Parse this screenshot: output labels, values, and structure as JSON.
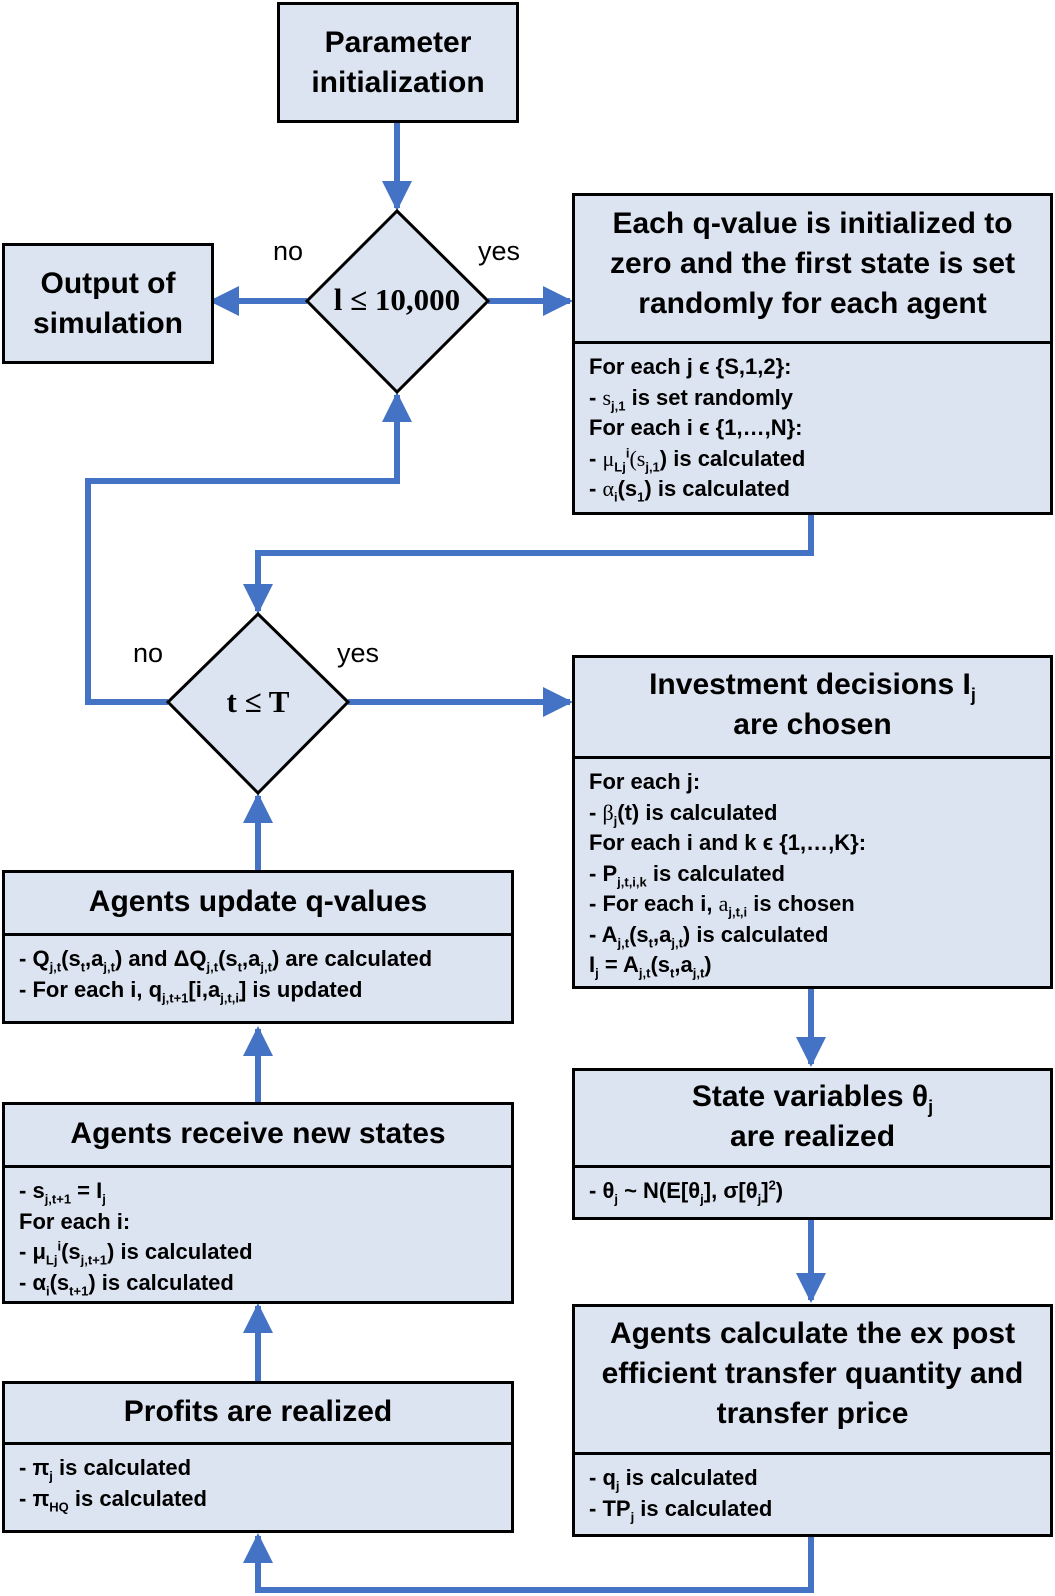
{
  "colors": {
    "box_fill": "#dde4f1",
    "arrow": "#4472c4",
    "border": "#000000"
  },
  "start": {
    "text": "Parameter initialization"
  },
  "outer_decision": {
    "text": "l ≤ 10,000",
    "no_label": "no",
    "yes_label": "yes"
  },
  "output": {
    "text": "Output of simulation"
  },
  "init": {
    "title": "Each q-value is initialized to zero and the first state is set randomly for each agent",
    "l1": "For each j ϵ {S,1,2}:",
    "l2_sym": "s",
    "l2_sub": "j,1",
    "l2_rest": " is set randomly",
    "l3": "For each i ϵ {1,…,N}:",
    "l4_sym": "μ",
    "l4_sub": "Lj",
    "l4_sup": "i",
    "l4_arg": "(s",
    "l4_argsub": "j,1",
    "l4_rest": ") is calculated",
    "l5_sym": "α",
    "l5_sub": "i",
    "l5_arg": "(s",
    "l5_argsub": "1",
    "l5_rest": ") is calculated"
  },
  "inner_decision": {
    "text": "t ≤ T",
    "no_label": "no",
    "yes_label": "yes"
  },
  "invest": {
    "title_a": "Investment decisions I",
    "title_sub": "j",
    "title_b": "are chosen",
    "l1": "For each j:",
    "l2_sym": "β",
    "l2_sub": "j",
    "l2_rest": "(t) is calculated",
    "l3": "For each i and k ϵ {1,…,K}:",
    "l4_sym": "P",
    "l4_sub": "j,t,i,k",
    "l4_rest": " is calculated",
    "l5_a": "- For each i, ",
    "l5_sym": "a",
    "l5_sub": "j,t,i",
    "l5_rest": " is chosen",
    "l6_sym": "A",
    "l6_sub": "j,t",
    "l6_a": "(s",
    "l6_sub2": "t",
    "l6_b": ",a",
    "l6_sub3": "j,t",
    "l6_rest": ") is calculated",
    "l7_sym": "I",
    "l7_sub": "j",
    "l7_mid": " = A",
    "l7_sub2": "j,t",
    "l7_a": "(s",
    "l7_sub3": "t",
    "l7_b": ",a",
    "l7_sub4": "j,t",
    "l7_c": ")"
  },
  "update": {
    "title": "Agents update q-values",
    "l1_a": "- Q",
    "l1_s1": "j,t",
    "l1_b": "(s",
    "l1_s2": "t",
    "l1_c": ",a",
    "l1_s3": "j,t",
    "l1_d": ") and ΔQ",
    "l1_s4": "j,t",
    "l1_e": "(s",
    "l1_s5": "t",
    "l1_f": ",a",
    "l1_s6": "j,t",
    "l1_g": ") are calculated",
    "l2_a": "- For each i, q",
    "l2_s1": "j,t+1",
    "l2_b": "[i,a",
    "l2_s2": "j,t,i",
    "l2_c": "] is updated"
  },
  "state": {
    "title_a": "State variables θ",
    "title_sub": "j",
    "title_b": "are realized",
    "l1_a": "- θ",
    "l1_s1": "j",
    "l1_b": " ~ N(E[θ",
    "l1_s2": "j",
    "l1_c": "], σ[θ",
    "l1_s3": "j",
    "l1_d": "]",
    "l1_sup": "2",
    "l1_e": ")"
  },
  "receive": {
    "title": "Agents receive new states",
    "l1_a": "- s",
    "l1_s1": "j,t+1",
    "l1_b": " = I",
    "l1_s2": "j",
    "l2": "For each i:",
    "l3_a": "- μ",
    "l3_s1": "Lj",
    "l3_sup": "i",
    "l3_b": "(s",
    "l3_s2": "j,t+1",
    "l3_c": ") is calculated",
    "l4_a": "- α",
    "l4_s1": "i",
    "l4_b": "(s",
    "l4_s2": "t+1",
    "l4_c": ") is calculated"
  },
  "transfer": {
    "title": "Agents calculate the ex post efficient transfer quantity and transfer price",
    "l1_a": "- q",
    "l1_s1": "j",
    "l1_b": " is calculated",
    "l2_a": "- TP",
    "l2_s1": "j",
    "l2_b": " is calculated"
  },
  "profits": {
    "title": "Profits are realized",
    "l1_a": "- π",
    "l1_s1": "j",
    "l1_b": " is calculated",
    "l2_a": "- π",
    "l2_s1": "HQ",
    "l2_b": " is calculated"
  }
}
